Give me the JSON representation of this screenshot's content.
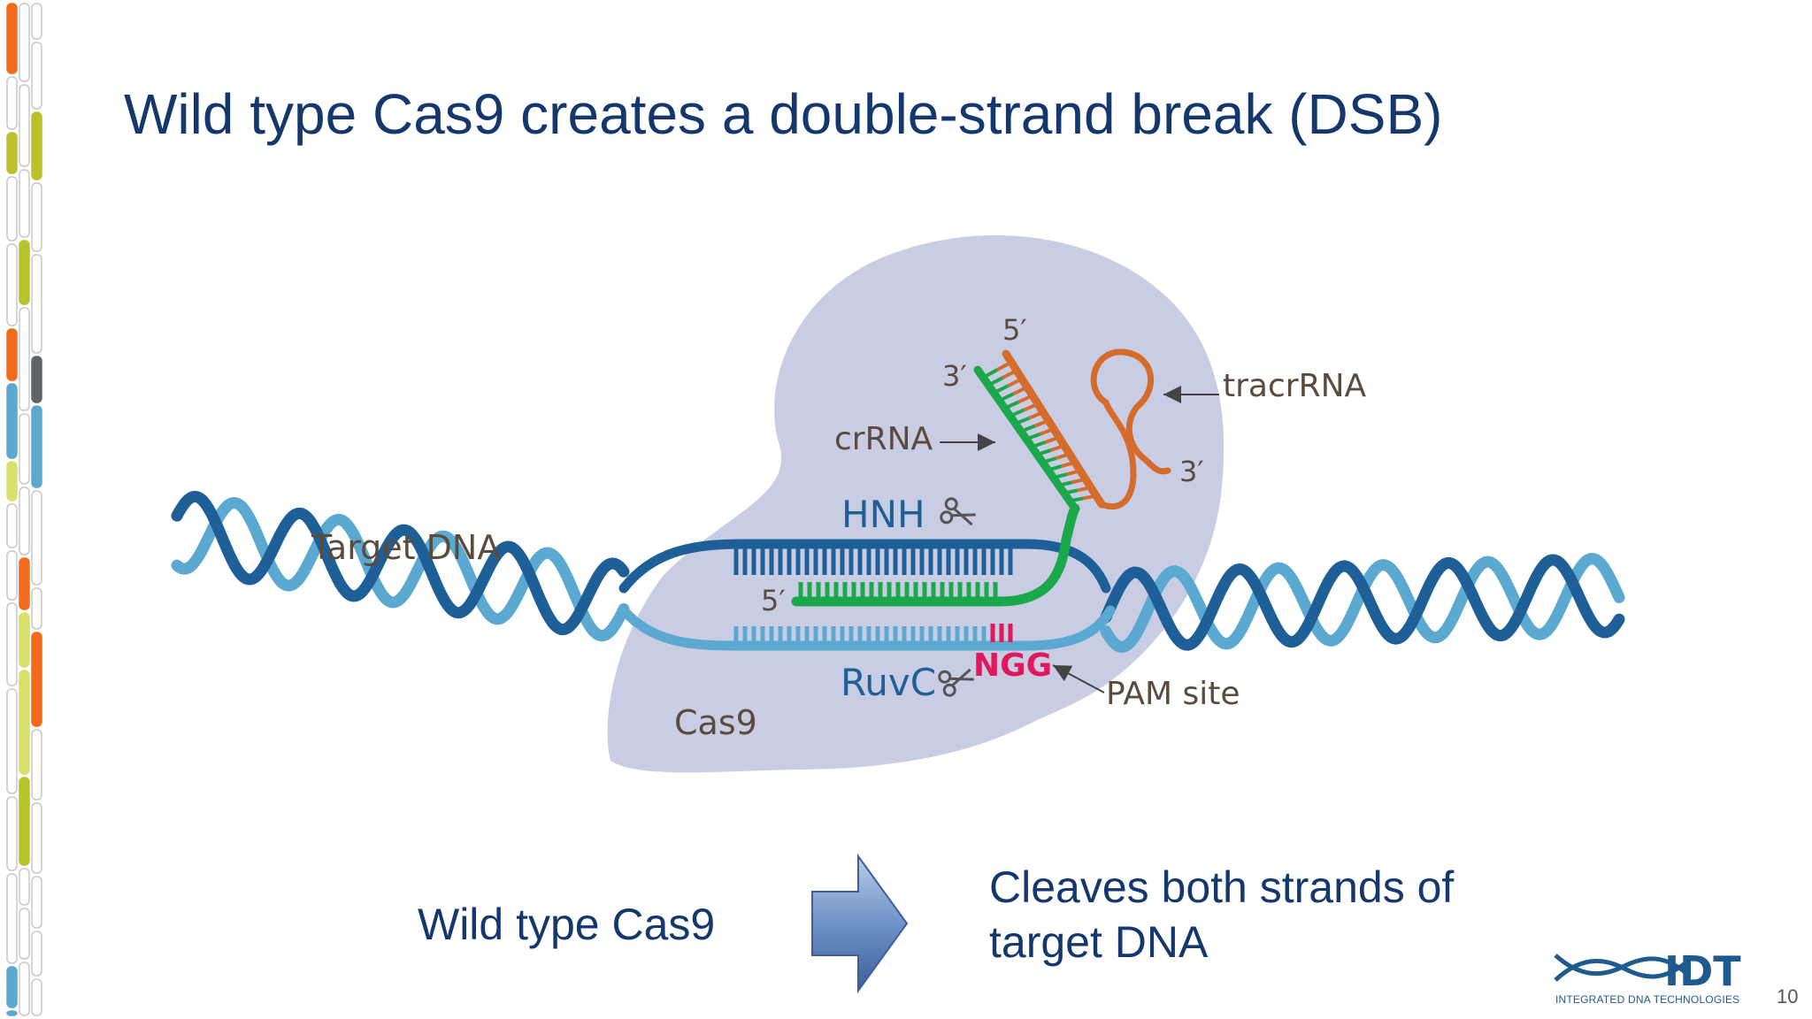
{
  "slide": {
    "title": "Wild type Cas9 creates a double-strand break (DSB)",
    "page_number": "10"
  },
  "diagram": {
    "labels": {
      "target_dna": "Target DNA",
      "hnh": "HNH",
      "ruvc": "RuvC",
      "ngg": "NGG",
      "pam_site": "PAM site",
      "cas9": "Cas9",
      "crrna": "crRNA",
      "tracrrna": "tracrRNA",
      "five_prime_top": "5′",
      "three_prime_crrna": "3′",
      "three_prime_tracr": "3′",
      "five_prime_guide": "5′"
    },
    "colors": {
      "protein": "#c9cde3",
      "dna_dark": "#1f5f98",
      "dna_light": "#5ba8d0",
      "guide_green": "#1aa84a",
      "tracr_orange": "#d56c2b",
      "pam_pink": "#e0185c",
      "text_gray": "#5a4b3c"
    }
  },
  "bottom": {
    "left_label": "Wild type Cas9",
    "right_line1": "Cleaves both strands of",
    "right_line2": "target DNA"
  },
  "logo": {
    "text": "IDT",
    "tagline": "INTEGRATED DNA TECHNOLOGIES"
  },
  "sidebar": {
    "colors": [
      "#f26a1b",
      "#5ba8d0",
      "#1f5f98",
      "#b9c22a",
      "#5f6469",
      "#d9e06a"
    ]
  }
}
